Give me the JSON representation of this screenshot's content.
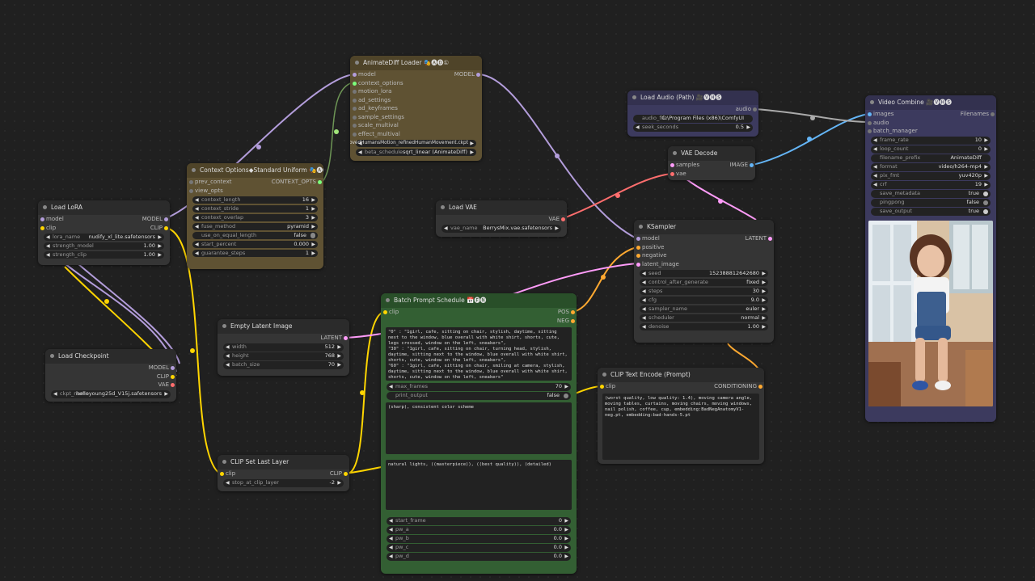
{
  "nodes": {
    "load_lora": {
      "title": "Load LoRA",
      "inputs": [
        "model",
        "clip"
      ],
      "outputs": [
        "MODEL",
        "CLIP"
      ],
      "widgets": [
        {
          "label": "lora_name",
          "value": "nudify_xl_lite.safetensors"
        },
        {
          "label": "strength_model",
          "value": "1.00"
        },
        {
          "label": "strength_clip",
          "value": "1.00"
        }
      ]
    },
    "load_checkpoint": {
      "title": "Load Checkpoint",
      "outputs": [
        "MODEL",
        "CLIP",
        "VAE"
      ],
      "widgets": [
        {
          "label": "ckpt_name",
          "value": "helloyoung25d_V15j.safetensors"
        }
      ]
    },
    "context_options": {
      "title": "Context Options◆Standard Uniform 🎭🅐🅓",
      "inputs": [
        "prev_context",
        "view_opts"
      ],
      "outputs": [
        "CONTEXT_OPTS"
      ],
      "widgets": [
        {
          "label": "context_length",
          "value": "16"
        },
        {
          "label": "context_stride",
          "value": "1"
        },
        {
          "label": "context_overlap",
          "value": "3"
        },
        {
          "label": "fuse_method",
          "value": "pyramid"
        },
        {
          "label": "use_on_equal_length",
          "value": "false",
          "toggle": true
        },
        {
          "label": "start_percent",
          "value": "0.000"
        },
        {
          "label": "guarantee_steps",
          "value": "1"
        }
      ]
    },
    "animatediff_loader": {
      "title": "AnimateDiff Loader 🎭🅐🅓①",
      "inputs": [
        "model",
        "context_options",
        "motion_lora",
        "ad_settings",
        "ad_keyframes",
        "sample_settings",
        "scale_multival",
        "effect_multival"
      ],
      "outputs": [
        "MODEL"
      ],
      "widgets": [
        {
          "label": "",
          "value": "improvedHumansMotion_refinedHumanMovement.ckpt"
        },
        {
          "label": "beta_schedule",
          "value": "sqrt_linear (AnimateDiff)"
        }
      ]
    },
    "load_vae": {
      "title": "Load VAE",
      "outputs": [
        "VAE"
      ],
      "widgets": [
        {
          "label": "vae_name",
          "value": "BerrysMix.vae.safetensors"
        }
      ]
    },
    "empty_latent": {
      "title": "Empty Latent Image",
      "outputs": [
        "LATENT"
      ],
      "widgets": [
        {
          "label": "width",
          "value": "512"
        },
        {
          "label": "height",
          "value": "768"
        },
        {
          "label": "batch_size",
          "value": "70"
        }
      ]
    },
    "clip_set_last_layer": {
      "title": "CLIP Set Last Layer",
      "inputs": [
        "clip"
      ],
      "outputs": [
        "CLIP"
      ],
      "widgets": [
        {
          "label": "stop_at_clip_layer",
          "value": "-2"
        }
      ]
    },
    "batch_prompt": {
      "title": "Batch Prompt Schedule 📅🅕🅝",
      "inputs": [
        "clip"
      ],
      "outputs": [
        "POS",
        "NEG"
      ],
      "text1": "\"0\" : \"1girl, cafe, sitting on chair, stylish, daytime, sitting next to the window, blue overall with white shirt, shorts, cute, legs crossed, window on the left, sneakers\",\n\"30\" : \"1girl, cafe, sitting on chair, turning head, stylish, daytime, sitting next to the window, blue overall with white shirt, shorts, cute, window on the left, sneakers\",\n\"60\" : \"1girl, cafe, sitting on chair, smiling at camera, stylish, daytime, sitting next to the window, blue overall with white shirt, shorts, cute, window on the left, sneakers\"",
      "mid_widgets": [
        {
          "label": "max_frames",
          "value": "70"
        },
        {
          "label": "print_output",
          "value": "false",
          "toggle": true
        }
      ],
      "text2": "(sharp), consistent color scheme",
      "text3": "natural lights, ((masterpiece)), ((best quality)), (detailed)",
      "bottom_widgets": [
        {
          "label": "start_frame",
          "value": "0"
        },
        {
          "label": "pw_a",
          "value": "0.0"
        },
        {
          "label": "pw_b",
          "value": "0.0"
        },
        {
          "label": "pw_c",
          "value": "0.0"
        },
        {
          "label": "pw_d",
          "value": "0.0"
        }
      ]
    },
    "load_audio": {
      "title": "Load Audio (Path) 🎥🅥🅗🅢",
      "outputs": [
        "audio"
      ],
      "widgets": [
        {
          "label": "audio_file",
          "value": "C:\\Program Files (x86)\\ComfyUI"
        },
        {
          "label": "seek_seconds",
          "value": "0.5"
        }
      ]
    },
    "vae_decode": {
      "title": "VAE Decode",
      "inputs": [
        "samples",
        "vae"
      ],
      "outputs": [
        "IMAGE"
      ]
    },
    "ksampler": {
      "title": "KSampler",
      "inputs": [
        "model",
        "positive",
        "negative",
        "latent_image"
      ],
      "outputs": [
        "LATENT"
      ],
      "widgets": [
        {
          "label": "seed",
          "value": "152388812642680"
        },
        {
          "label": "control_after_generate",
          "value": "fixed"
        },
        {
          "label": "steps",
          "value": "30"
        },
        {
          "label": "cfg",
          "value": "9.0"
        },
        {
          "label": "sampler_name",
          "value": "euler"
        },
        {
          "label": "scheduler",
          "value": "normal"
        },
        {
          "label": "denoise",
          "value": "1.00"
        }
      ]
    },
    "clip_text_encode": {
      "title": "CLIP Text Encode (Prompt)",
      "inputs": [
        "clip"
      ],
      "outputs": [
        "CONDITIONING"
      ],
      "text": "(worst quality, low quality: 1.4), moving camera angle, moving tables, curtains, moving chairs, moving windows, nail polish, coffee, cup, embedding:BadNegAnatomyV1-neg.pt, embedding:bad-hands-5.pt"
    },
    "video_combine": {
      "title": "Video Combine 🎥🅥🅗🅢",
      "inputs": [
        "images",
        "audio",
        "batch_manager"
      ],
      "outputs": [
        "Filenames"
      ],
      "widgets": [
        {
          "label": "frame_rate",
          "value": "10"
        },
        {
          "label": "loop_count",
          "value": "0"
        },
        {
          "label": "filename_prefix",
          "value": "AnimateDiff",
          "plain": true
        },
        {
          "label": "format",
          "value": "video/h264-mp4"
        },
        {
          "label": "pix_fmt",
          "value": "yuv420p"
        },
        {
          "label": "crf",
          "value": "19"
        },
        {
          "label": "save_metadata",
          "value": "true",
          "toggle": true,
          "on": true
        },
        {
          "label": "pingpong",
          "value": "false",
          "toggle": true
        },
        {
          "label": "save_output",
          "value": "true",
          "toggle": true,
          "on": true
        }
      ]
    }
  }
}
